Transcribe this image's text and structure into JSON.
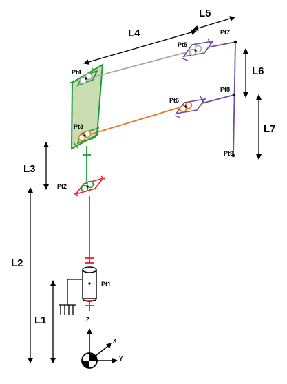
{
  "dimensions": {
    "l1": "L1",
    "l2": "L2",
    "l3": "L3",
    "l4": "L4",
    "l5": "L5",
    "l6": "L6",
    "l7": "L7"
  },
  "points": {
    "pt1": "Pt1",
    "pt2": "Pt2",
    "pt3": "Pt3",
    "pt4": "Pt4",
    "pt5": "Pt5",
    "pt6": "Pt6",
    "pt7": "Pt7",
    "pt8": "Pt8",
    "pt9": "Pt9"
  },
  "axes": {
    "x": "X",
    "y": "Y",
    "z": "Z"
  },
  "colors": {
    "red": "#e8202a",
    "green": "#1f9a3a",
    "green_fill": "#c9ddb0",
    "orange": "#e87722",
    "gray": "#a6a6a6",
    "purple": "#6e4c9e",
    "black": "#000000"
  }
}
